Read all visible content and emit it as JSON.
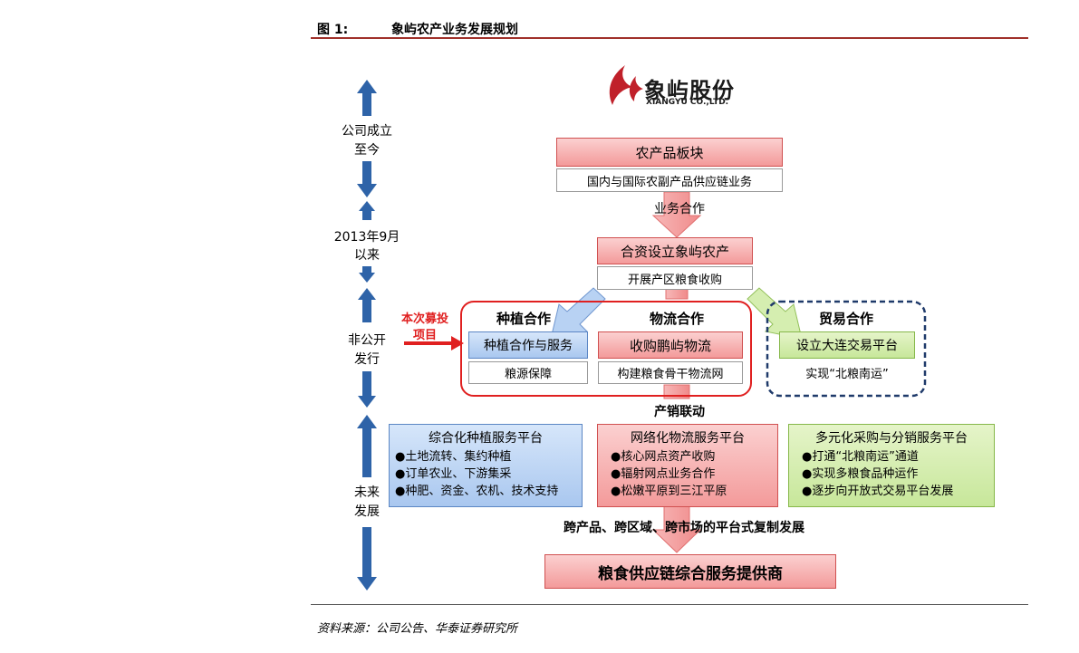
{
  "figure": {
    "number": "图 1:",
    "title": "象屿农产业务发展规划",
    "source": "资料来源：公司公告、华泰证券研究所"
  },
  "logo": {
    "name_cn": "象屿股份",
    "name_en": "XIANGYU CO.,LTD."
  },
  "timeline": [
    {
      "label_1": "公司成立",
      "label_2": "至今"
    },
    {
      "label_1": "2013年9月",
      "label_2": "以来"
    },
    {
      "label_1": "非公开",
      "label_2": "发行"
    },
    {
      "label_1": "未来",
      "label_2": "发展"
    }
  ],
  "top": {
    "sector": "农产品板块",
    "sector_desc": "国内与国际农副产品供应链业务",
    "coop_label": "业务合作",
    "jv": "合资设立象屿农产",
    "jv_desc": "开展产区粮食收购"
  },
  "raise": {
    "line1": "本次募投",
    "line2": "项目"
  },
  "groups": {
    "planting": {
      "head": "种植合作",
      "box": "种植合作与服务",
      "desc": "粮源保障"
    },
    "logistics": {
      "head": "物流合作",
      "box": "收购鹏屿物流",
      "desc": "构建粮食骨干物流网"
    },
    "trade": {
      "head": "贸易合作",
      "box": "设立大连交易平台",
      "desc": "实现“北粮南运”"
    }
  },
  "link_label": "产销联动",
  "platforms": {
    "planting": {
      "head": "综合化种植服务平台",
      "items": [
        "土地流转、集约种植",
        "订单农业、下游集采",
        "种肥、资金、农机、技术支持"
      ]
    },
    "logistics": {
      "head": "网络化物流服务平台",
      "items": [
        "核心网点资产收购",
        "辐射网点业务合作",
        "松嫩平原到三江平原"
      ]
    },
    "trade": {
      "head": "多元化采购与分销服务平台",
      "items": [
        "打通“北粮南运”通道",
        "实现多粮食品种运作",
        "逐步向开放式交易平台发展"
      ]
    }
  },
  "replicate_label": "跨产品、跨区域、跨市场的平台式复制发展",
  "final": "粮食供应链综合服务提供商",
  "colors": {
    "accent_red": "#e02020",
    "dark_blue": "#1f3a6a",
    "arrow_blue": "#2e63a8",
    "red_fill": "#f39a9a",
    "blue_fill": "#a9c7ef",
    "green_fill": "#c7e79a"
  }
}
